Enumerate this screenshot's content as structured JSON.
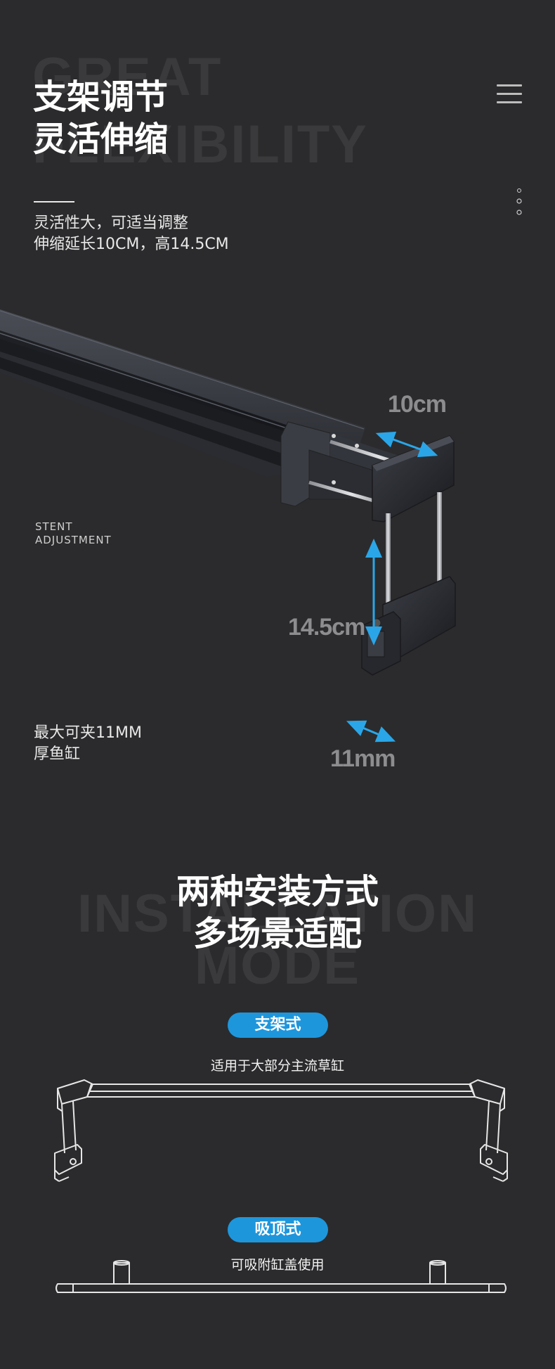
{
  "section1": {
    "bg_line1": "GREAT",
    "bg_line2": "FLEXIBILITY",
    "title_line1": "支架调节",
    "title_line2": "灵活伸缩",
    "desc_line1": "灵活性大，可适当调整",
    "desc_line2": "伸缩延长10CM，高14.5CM",
    "stent_line1": "STENT",
    "stent_line2": "ADJUSTMENT",
    "clamp_line1": "最大可夹11MM",
    "clamp_line2": "厚鱼缸",
    "dim_width": "10cm",
    "dim_height": "14.5cm",
    "dim_clamp": "11mm"
  },
  "section2": {
    "bg_line1": "INSTALLATION",
    "bg_line2": "MODE",
    "title_line1": "两种安装方式",
    "title_line2": "多场景适配",
    "mode1_label": "支架式",
    "mode1_caption": "适用于大部分主流草缸",
    "mode2_label": "吸顶式",
    "mode2_caption": "可吸附缸盖使用"
  },
  "colors": {
    "background": "#2b2b2d",
    "accent_blue": "#1e96dc",
    "dimension_arrow": "#2aa6e8"
  },
  "icons": [
    "menu-icon",
    "dots-icon"
  ]
}
